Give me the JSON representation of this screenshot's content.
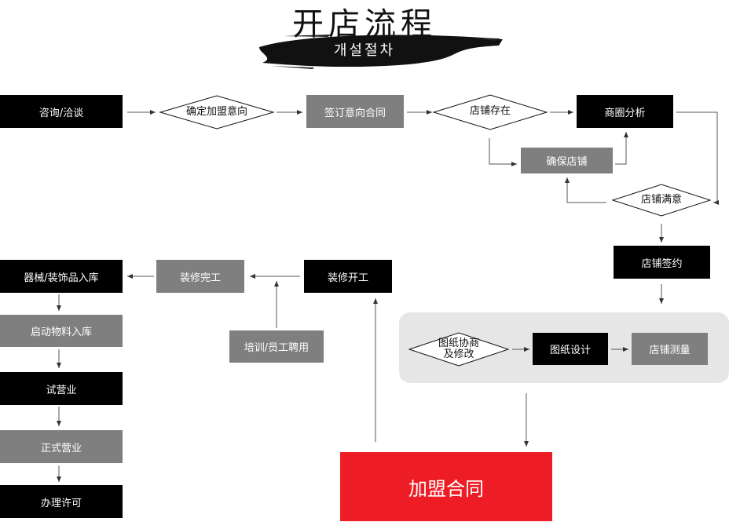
{
  "header": {
    "title": "开店流程",
    "subtitle": "개설절차"
  },
  "steps": {
    "consult": "咨询/洽谈",
    "confirm_intent": "确定加盟意向",
    "sign_intent": "签订意向合同",
    "store_exists": "店铺存在",
    "area_analysis": "商圈分析",
    "secure_store": "确保店铺",
    "store_satisfied": "店铺满意",
    "store_sign": "店铺签约",
    "drawing_negotiation": "图纸协商\n及修改",
    "drawing_design": "图纸设计",
    "store_measure": "店铺测量",
    "franchise_contract": "加盟合同",
    "renovation_start": "装修开工",
    "training": "培训/员工聘用",
    "renovation_done": "装修完工",
    "equipment_storage": "器械/装饰品入库",
    "start_materials": "启动物料入库",
    "trial_operation": "试营业",
    "formal_operation": "正式营业",
    "permits": "办理许可"
  },
  "colors": {
    "black": "#000000",
    "gray": "#7f7f7f",
    "red": "#ee1c25",
    "panel": "#e6e6e6"
  }
}
